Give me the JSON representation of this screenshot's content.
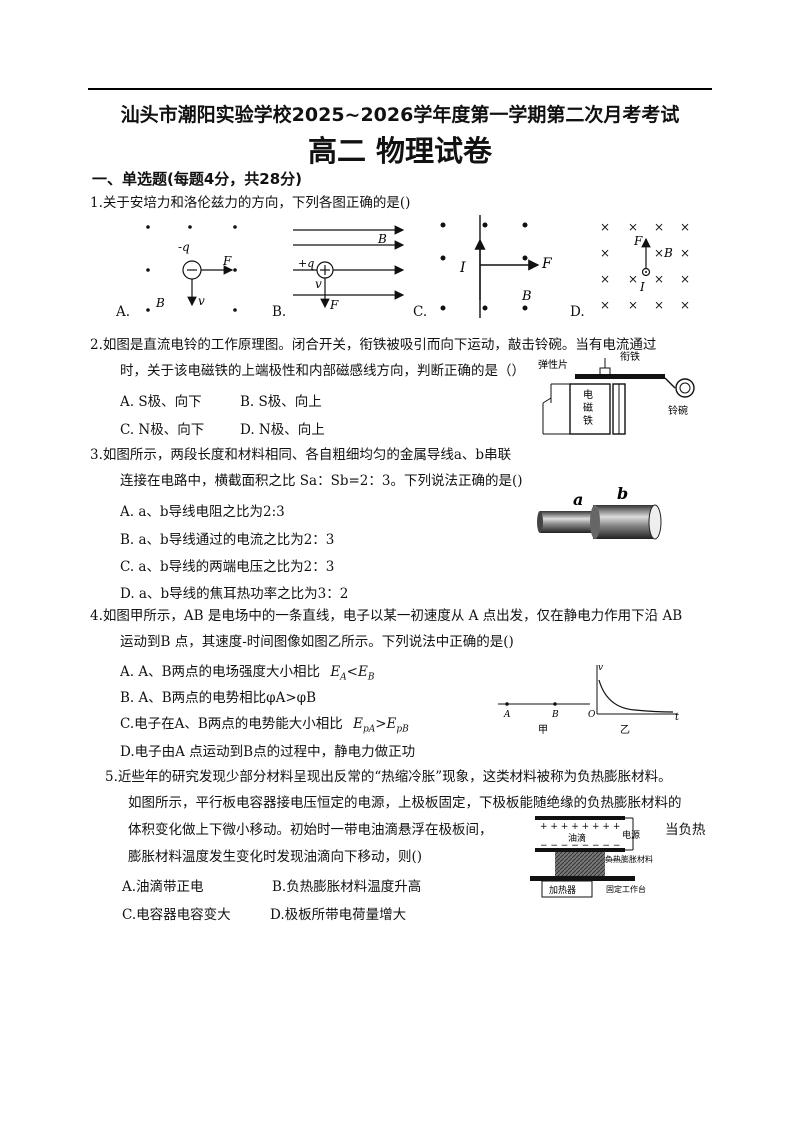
{
  "header": {
    "school_title": "汕头市潮阳实验学校2025~2026学年度第一学期第二次月考考试",
    "subject_title": "高二 物理试卷"
  },
  "section1": {
    "title": "一、单选题(每题4分，共28分)"
  },
  "q1": {
    "stem": "1.关于安培力和洛伦兹力的方向，下列各图正确的是()",
    "opts": [
      "A.",
      "B.",
      "C.",
      "D."
    ],
    "figA": {
      "charge": "-q",
      "force": "F",
      "vel": "v",
      "field": "B"
    },
    "figB": {
      "charge": "+q",
      "force": "F",
      "vel": "v",
      "field": "B"
    },
    "figC": {
      "current": "I",
      "force": "F",
      "field": "B"
    },
    "figD": {
      "current": "I",
      "force": "F",
      "field": "B"
    }
  },
  "q2": {
    "stem1": "2.如图是直流电铃的工作原理图。闭合开关，衔铁被吸引而向下运动，敲击铃碗。当有电流通过",
    "stem2": "时，关于该电磁铁的上端极性和内部磁感线方向，判断正确的是（）",
    "opts": [
      "A. S极、向下",
      "B. S极、向上",
      "C. N极、向下",
      "D. N极、向上"
    ],
    "fig": {
      "spring": "弹性片",
      "armature": "衔铁",
      "magnet": [
        "电",
        "磁",
        "铁"
      ],
      "bell": "铃碗"
    }
  },
  "q3": {
    "stem1": "3.如图所示，两段长度和材料相同、各自粗细均匀的金属导线a、b串联",
    "stem2": "连接在电路中，横截面积之比 Sa：Sb=2：3。下列说法正确的是()",
    "opts": [
      "A.  a、b导线电阻之比为2:3",
      "B.  a、b导线通过的电流之比为2：3",
      "C.  a、b导线的两端电压之比为2：3",
      "D.  a、b导线的焦耳热功率之比为3：2"
    ],
    "fig": {
      "a": "a",
      "b": "b"
    }
  },
  "q4": {
    "stem1": "4.如图甲所示，AB 是电场中的一条直线，电子以某一初速度从 A 点出发，仅在静电力作用下沿 AB",
    "stem2": "运动到B 点，其速度-时间图像如图乙所示。下列说法中正确的是()",
    "optA": "A.  A、B两点的电场强度大小相比",
    "optA_expr": {
      "l": "E",
      "ls": "A",
      "op": "<",
      "r": "E",
      "rs": "B"
    },
    "optB": "B.  A、B两点的电势相比φA>φB",
    "optC": "C.电子在A、B两点的电势能大小相比",
    "optC_expr": {
      "l": "E",
      "ls": "pA",
      "op": ">",
      "r": "E",
      "rs": "pB"
    },
    "optD": "D.电子由A 点运动到B点的过程中，静电力做正功",
    "fig": {
      "A": "A",
      "B": "B",
      "jia": "甲",
      "yi": "乙",
      "origin": "O",
      "vaxis": "v",
      "taxis": "t"
    }
  },
  "q5": {
    "stem1": "5.近些年的研究发现少部分材料呈现出反常的“热缩冷胀”现象，这类材料被称为负热膨胀材料。",
    "stem2": "如图所示，平行板电容器接电压恒定的电源，上极板固定，下极板能随绝缘的负热膨胀材料的",
    "stem3": "体积变化做上下微小移动。初始时一带电油滴悬浮在极板间，",
    "stem3b": "当负热",
    "stem4": "膨胀材料温度发生变化时发现油滴向下移动，则()",
    "opts": [
      "A.油滴带正电",
      "B.负热膨胀材料温度升高",
      "C.电容器电容变大",
      "D.极板所带电荷量增大"
    ],
    "fig": {
      "drop": "油滴",
      "source": "电源",
      "material": "负热膨胀材料",
      "heater": "加热器",
      "table": "固定工作台"
    }
  }
}
